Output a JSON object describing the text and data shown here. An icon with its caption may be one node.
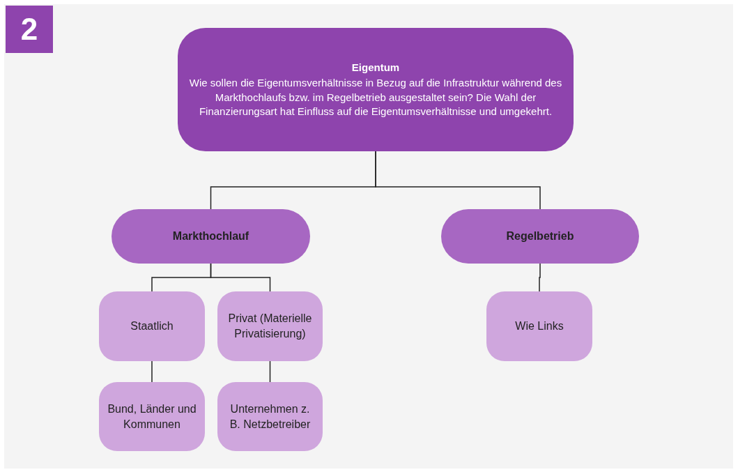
{
  "diagram": {
    "nodes": [
      {
        "text": [
          "Eigentum",
          "Wie sollen die Eigentumsverhältnisse in Bezug auf die Infrastruktur während des Markthochlaufs bzw. im Regelbetrieb ausgestaltet sein? Die Wahl der Finanzierungsart hat Einfluss auf die Eigentumsverhältnisse und umgekehrt."
        ]
      },
      {
        "text": [
          "Markthochlauf"
        ]
      },
      {
        "text": [
          "Regelbetrieb"
        ]
      },
      {
        "text": [
          "Staatlich"
        ]
      },
      {
        "text": [
          "Privat (Materielle Privatisierung)"
        ]
      },
      {
        "text": [
          "Wie Links"
        ]
      },
      {
        "text": [
          "Bund, Länder und Kommunen"
        ]
      },
      {
        "text": [
          "Unternehmen z. B. Netzbetreiber"
        ]
      }
    ],
    "edges": [
      {
        "from": 0,
        "to": 1,
        "arrow": "none"
      },
      {
        "from": 0,
        "to": 2,
        "arrow": "none"
      },
      {
        "from": 1,
        "to": 3,
        "arrow": "none"
      },
      {
        "from": 1,
        "to": 4,
        "arrow": "none"
      },
      {
        "from": 2,
        "to": 5,
        "arrow": "none"
      },
      {
        "from": 3,
        "to": 6,
        "arrow": "none"
      },
      {
        "from": 4,
        "to": 7,
        "arrow": "none"
      }
    ],
    "labels": [
      "2"
    ]
  }
}
